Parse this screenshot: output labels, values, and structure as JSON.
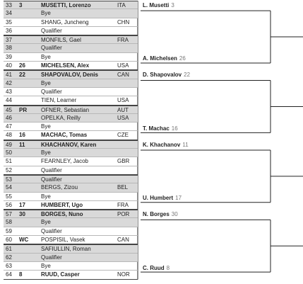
{
  "entries": [
    {
      "num": "33",
      "tag": "3",
      "name": "MUSETTI, Lorenzo",
      "country": "ITA",
      "bold": true
    },
    {
      "num": "34",
      "tag": "",
      "name": "Bye",
      "country": "",
      "bold": false
    },
    {
      "num": "35",
      "tag": "",
      "name": "SHANG, Juncheng",
      "country": "CHN",
      "bold": false
    },
    {
      "num": "36",
      "tag": "",
      "name": "Qualifier",
      "country": "",
      "bold": false
    },
    {
      "num": "37",
      "tag": "",
      "name": "MONFILS, Gael",
      "country": "FRA",
      "bold": false
    },
    {
      "num": "38",
      "tag": "",
      "name": "Qualifier",
      "country": "",
      "bold": false
    },
    {
      "num": "39",
      "tag": "",
      "name": "Bye",
      "country": "",
      "bold": false
    },
    {
      "num": "40",
      "tag": "26",
      "name": "MICHELSEN, Alex",
      "country": "USA",
      "bold": true
    },
    {
      "num": "41",
      "tag": "22",
      "name": "SHAPOVALOV, Denis",
      "country": "CAN",
      "bold": true
    },
    {
      "num": "42",
      "tag": "",
      "name": "Bye",
      "country": "",
      "bold": false
    },
    {
      "num": "43",
      "tag": "",
      "name": "Qualifier",
      "country": "",
      "bold": false
    },
    {
      "num": "44",
      "tag": "",
      "name": "TIEN, Learner",
      "country": "USA",
      "bold": false
    },
    {
      "num": "45",
      "tag": "PR",
      "name": "OFNER, Sebastian",
      "country": "AUT",
      "bold": false
    },
    {
      "num": "46",
      "tag": "",
      "name": "OPELKA, Reilly",
      "country": "USA",
      "bold": false
    },
    {
      "num": "47",
      "tag": "",
      "name": "Bye",
      "country": "",
      "bold": false
    },
    {
      "num": "48",
      "tag": "16",
      "name": "MACHAC, Tomas",
      "country": "CZE",
      "bold": true
    },
    {
      "num": "49",
      "tag": "11",
      "name": "KHACHANOV, Karen",
      "country": "",
      "bold": true
    },
    {
      "num": "50",
      "tag": "",
      "name": "Bye",
      "country": "",
      "bold": false
    },
    {
      "num": "51",
      "tag": "",
      "name": "FEARNLEY, Jacob",
      "country": "GBR",
      "bold": false
    },
    {
      "num": "52",
      "tag": "",
      "name": "Qualifier",
      "country": "",
      "bold": false
    },
    {
      "num": "53",
      "tag": "",
      "name": "Qualifier",
      "country": "",
      "bold": false
    },
    {
      "num": "54",
      "tag": "",
      "name": "BERGS, Zizou",
      "country": "BEL",
      "bold": false
    },
    {
      "num": "55",
      "tag": "",
      "name": "Bye",
      "country": "",
      "bold": false
    },
    {
      "num": "56",
      "tag": "17",
      "name": "HUMBERT, Ugo",
      "country": "FRA",
      "bold": true
    },
    {
      "num": "57",
      "tag": "30",
      "name": "BORGES, Nuno",
      "country": "POR",
      "bold": true
    },
    {
      "num": "58",
      "tag": "",
      "name": "Bye",
      "country": "",
      "bold": false
    },
    {
      "num": "59",
      "tag": "",
      "name": "Qualifier",
      "country": "",
      "bold": false
    },
    {
      "num": "60",
      "tag": "WC",
      "name": "POSPISIL, Vasek",
      "country": "CAN",
      "bold": false
    },
    {
      "num": "61",
      "tag": "",
      "name": "SAFIULLIN, Roman",
      "country": "",
      "bold": false
    },
    {
      "num": "62",
      "tag": "",
      "name": "Qualifier",
      "country": "",
      "bold": false
    },
    {
      "num": "63",
      "tag": "",
      "name": "Bye",
      "country": "",
      "bold": false
    },
    {
      "num": "64",
      "tag": "8",
      "name": "RUUD, Casper",
      "country": "NOR",
      "bold": true
    }
  ],
  "winners": [
    {
      "name": "L. Musetti",
      "seed": "3"
    },
    {
      "name": "A. Michelsen",
      "seed": "26"
    },
    {
      "name": "D. Shapovalov",
      "seed": "22"
    },
    {
      "name": "T. Machac",
      "seed": "16"
    },
    {
      "name": "K. Khachanov",
      "seed": "11"
    },
    {
      "name": "U. Humbert",
      "seed": "17"
    },
    {
      "name": "N. Borges",
      "seed": "30"
    },
    {
      "name": "C. Ruud",
      "seed": "8"
    }
  ],
  "colors": {
    "shade": "#d9d9d9",
    "line": "#222222",
    "text": "#222222",
    "seed": "#777777"
  }
}
